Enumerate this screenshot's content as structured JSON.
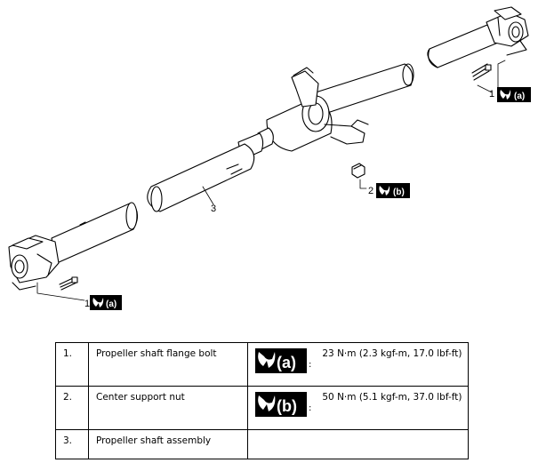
{
  "callouts": [
    {
      "num": "1",
      "badge": "(a)"
    },
    {
      "num": "2",
      "badge": "(b)"
    },
    {
      "num": "3"
    },
    {
      "num": "1",
      "badge": "(a)"
    }
  ],
  "icons": {
    "torque": "wrench-torque-icon"
  },
  "table": {
    "rows": [
      {
        "num": "1.",
        "name": "Propeller shaft flange bolt",
        "badge": "(a)",
        "colon": ":",
        "torque": "23 N·m (2.3 kgf-m, 17.0 lbf-ft)"
      },
      {
        "num": "2.",
        "name": "Center support nut",
        "badge": "(b)",
        "colon": ":",
        "torque": "50 N·m (5.1 kgf-m, 37.0 lbf-ft)"
      },
      {
        "num": "3.",
        "name": "Propeller shaft assembly",
        "badge": "",
        "colon": "",
        "torque": ""
      }
    ]
  }
}
